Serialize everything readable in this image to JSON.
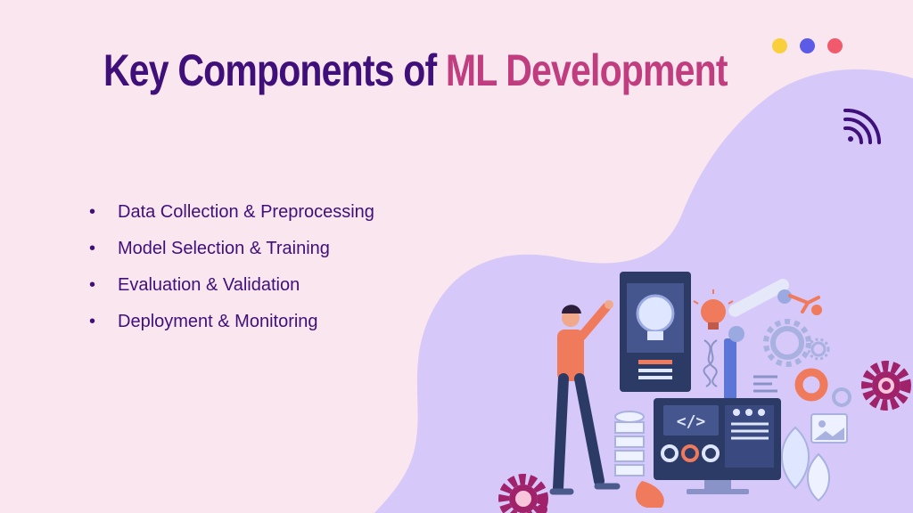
{
  "slide": {
    "title_part1": "Key Components of ",
    "title_part2": "ML Development",
    "bullets": [
      "Data Collection & Preprocessing",
      "Model Selection & Training",
      "Evaluation & Validation",
      "Deployment & Monitoring"
    ],
    "window_dots": [
      "#f9cf3b",
      "#5b5be8",
      "#f05a6c"
    ],
    "icons": [
      "wifi-icon",
      "gear-icon",
      "code-icon",
      "lightbulb-icon",
      "dna-icon",
      "robot-arm-icon",
      "database-icon",
      "monitor-icon"
    ],
    "code_glyph": "</>",
    "colors": {
      "background": "#f9e6ee",
      "blob": "#d6c8f8",
      "title_dark": "#3f0f7a",
      "title_accent": "#c03e7f"
    }
  }
}
